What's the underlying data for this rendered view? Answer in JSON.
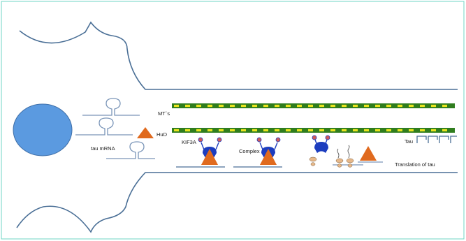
{
  "labels": {
    "microtubules": "MT`s",
    "hud": "HuD",
    "tau_mrna": "tau mRNA",
    "kif3a": "KIF3A",
    "complex": "Complex",
    "tau": "Tau",
    "translation": "Translation of tau"
  },
  "icons": [
    "nucleus-icon",
    "mrna-hairpin-icon",
    "hud-protein-icon",
    "kif3a-motor-icon",
    "ribosome-icon",
    "tau-protein-icon"
  ],
  "colors": {
    "frame": "#6fd6c4",
    "membrane": "#4a6f96",
    "nucleus_fill": "#5b9ae0",
    "nucleus_stroke": "#3f6fa8",
    "microtubule_green": "#2f7d1e",
    "microtubule_yellow": "#e9e41f",
    "hud_orange": "#e06a1e",
    "motor_blue": "#1c3dbf",
    "motor_tip_red": "#d05a5a",
    "ribosome_tan": "#e6b88a",
    "mrna_line": "#7a95b8"
  }
}
